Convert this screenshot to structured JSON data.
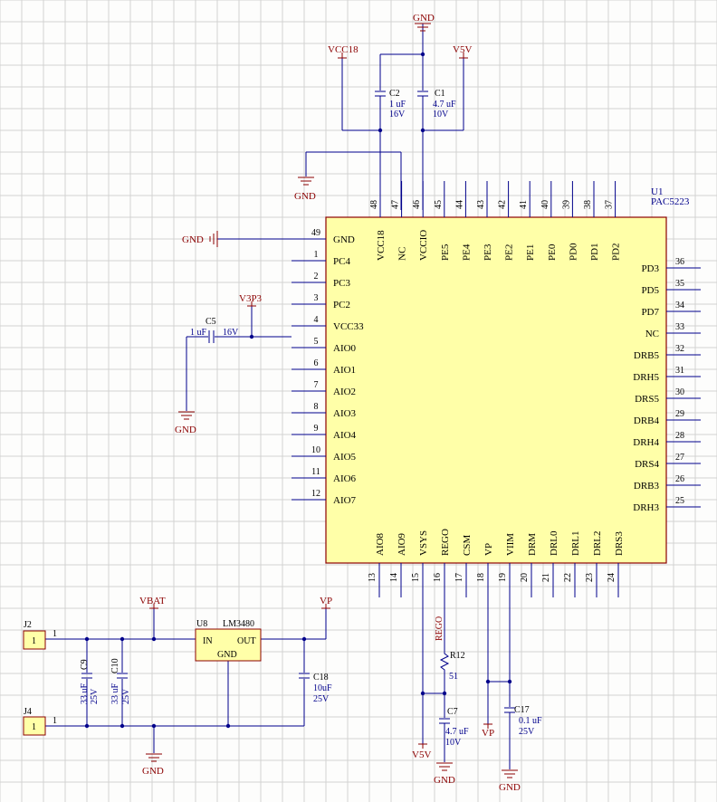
{
  "colors": {
    "grid": "#d2d2d2",
    "wire": "#00008b",
    "power": "#8b0000",
    "chip_fill": "#ffffa8",
    "chip_border": "#8b0000",
    "text": "#000000",
    "value": "#00008b"
  },
  "u1": {
    "ref": "U1",
    "part": "PAC5223",
    "left": [
      {
        "num": "49",
        "name": "GND"
      },
      {
        "num": "1",
        "name": "PC4"
      },
      {
        "num": "2",
        "name": "PC3"
      },
      {
        "num": "3",
        "name": "PC2"
      },
      {
        "num": "4",
        "name": "VCC33"
      },
      {
        "num": "5",
        "name": "AIO0"
      },
      {
        "num": "6",
        "name": "AIO1"
      },
      {
        "num": "7",
        "name": "AIO2"
      },
      {
        "num": "8",
        "name": "AIO3"
      },
      {
        "num": "9",
        "name": "AIO4"
      },
      {
        "num": "10",
        "name": "AIO5"
      },
      {
        "num": "11",
        "name": "AIO6"
      },
      {
        "num": "12",
        "name": "AIO7"
      }
    ],
    "right": [
      {
        "num": "36",
        "name": "PD3"
      },
      {
        "num": "35",
        "name": "PD5"
      },
      {
        "num": "34",
        "name": "PD7"
      },
      {
        "num": "33",
        "name": "NC"
      },
      {
        "num": "32",
        "name": "DRB5"
      },
      {
        "num": "31",
        "name": "DRH5"
      },
      {
        "num": "30",
        "name": "DRS5"
      },
      {
        "num": "29",
        "name": "DRB4"
      },
      {
        "num": "28",
        "name": "DRH4"
      },
      {
        "num": "27",
        "name": "DRS4"
      },
      {
        "num": "26",
        "name": "DRB3"
      },
      {
        "num": "25",
        "name": "DRH3"
      }
    ],
    "top": [
      {
        "num": "48",
        "name": "VCC18"
      },
      {
        "num": "47",
        "name": "NC"
      },
      {
        "num": "46",
        "name": "VCCIO"
      },
      {
        "num": "45",
        "name": "PE5"
      },
      {
        "num": "44",
        "name": "PE4"
      },
      {
        "num": "43",
        "name": "PE3"
      },
      {
        "num": "42",
        "name": "PE2"
      },
      {
        "num": "41",
        "name": "PE1"
      },
      {
        "num": "40",
        "name": "PE0"
      },
      {
        "num": "39",
        "name": "PD0"
      },
      {
        "num": "38",
        "name": "PD1"
      },
      {
        "num": "37",
        "name": "PD2"
      }
    ],
    "bottom": [
      {
        "num": "13",
        "name": "AIO8"
      },
      {
        "num": "14",
        "name": "AIO9"
      },
      {
        "num": "15",
        "name": "VSYS"
      },
      {
        "num": "16",
        "name": "REGO"
      },
      {
        "num": "17",
        "name": "CSM"
      },
      {
        "num": "18",
        "name": "VP"
      },
      {
        "num": "19",
        "name": "VIIM"
      },
      {
        "num": "20",
        "name": "DRM"
      },
      {
        "num": "21",
        "name": "DRL0"
      },
      {
        "num": "22",
        "name": "DRL1"
      },
      {
        "num": "23",
        "name": "DRL2"
      },
      {
        "num": "24",
        "name": "DRS3"
      }
    ]
  },
  "u8": {
    "ref": "U8",
    "part": "LM3480",
    "in": "IN",
    "out": "OUT",
    "gnd": "GND"
  },
  "capacitors": {
    "c1": {
      "ref": "C1",
      "value": "4.7 uF",
      "voltage": "10V"
    },
    "c2": {
      "ref": "C2",
      "value": "1 uF",
      "voltage": "16V"
    },
    "c5": {
      "ref": "C5",
      "value": "1 uF",
      "voltage": "16V"
    },
    "c7": {
      "ref": "C7",
      "value": "4.7 uF",
      "voltage": "10V"
    },
    "c9": {
      "ref": "C9",
      "value": "33 uF",
      "voltage": "25V"
    },
    "c10": {
      "ref": "C10",
      "value": "33 uF",
      "voltage": "25V"
    },
    "c17": {
      "ref": "C17",
      "value": "0.1 uF",
      "voltage": "25V"
    },
    "c18": {
      "ref": "C18",
      "value": "10uF",
      "voltage": "25V"
    }
  },
  "r12": {
    "ref": "R12",
    "value": "51"
  },
  "connectors": {
    "j2": {
      "ref": "J2",
      "pin": "1",
      "pad": "1"
    },
    "j4": {
      "ref": "J4",
      "pin": "1",
      "pad": "1"
    }
  },
  "power": {
    "gnd": "GND",
    "vcc18": "VCC18",
    "v5v": "V5V",
    "v3p3": "V3P3",
    "vbat": "VBAT",
    "vp": "VP"
  },
  "nets": {
    "rego": "REGO"
  }
}
